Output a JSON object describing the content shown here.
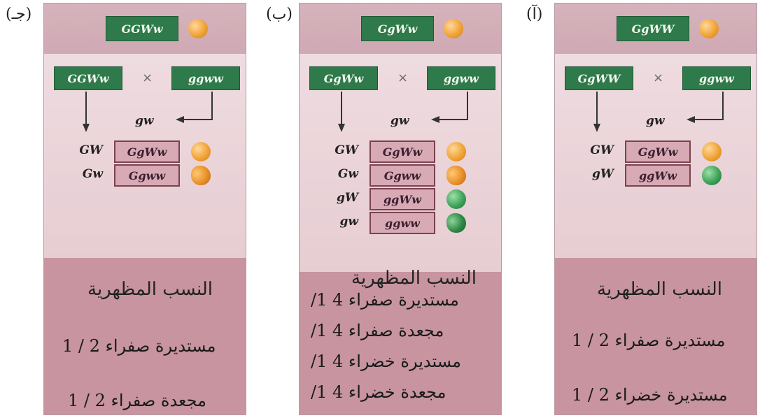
{
  "colors": {
    "yellow": "#f0a437",
    "green": "#3ea35a",
    "wrinkled_yellow": "#e8912a",
    "wrinkled_green": "#2f8a48"
  },
  "panels": [
    {
      "tag": "(جـ)",
      "head_genotype": "GGWw",
      "parent1": "GGWw",
      "parent2": "ggww",
      "times": "×",
      "gamete_top": "gw",
      "offspring": [
        {
          "gamete": "GW",
          "genotype": "GgWw",
          "seed": "yellow-round"
        },
        {
          "gamete": "Gw",
          "genotype": "Ggww",
          "seed": "yellow-wrinkled"
        }
      ],
      "title": "النسب المظهرية",
      "ratios": [
        "مستديرة صفراء 2 / 1",
        "مجعدة صفراء 2 / 1"
      ]
    },
    {
      "tag": "(ب)",
      "head_genotype": "GgWw",
      "parent1": "GgWw",
      "parent2": "ggww",
      "times": "×",
      "gamete_top": "gw",
      "offspring": [
        {
          "gamete": "GW",
          "genotype": "GgWw",
          "seed": "yellow-round"
        },
        {
          "gamete": "Gw",
          "genotype": "Ggww",
          "seed": "yellow-wrinkled"
        },
        {
          "gamete": "gW",
          "genotype": "ggWw",
          "seed": "green-round"
        },
        {
          "gamete": "gw",
          "genotype": "ggww",
          "seed": "green-wrinkled"
        }
      ],
      "title": "النسب المظهرية",
      "ratios": [
        "مستديرة صفراء 4 1/",
        "مجعدة صفراء 4 1/",
        "مستديرة خضراء 4 1/",
        "مجعدة خضراء 4 1/"
      ]
    },
    {
      "tag": "(آ)",
      "head_genotype": "GgWW",
      "parent1": "GgWW",
      "parent2": "ggww",
      "times": "×",
      "gamete_top": "gw",
      "offspring": [
        {
          "gamete": "GW",
          "genotype": "GgWw",
          "seed": "yellow-round"
        },
        {
          "gamete": "gW",
          "genotype": "ggWw",
          "seed": "green-round"
        }
      ],
      "title": "النسب المظهرية",
      "ratios": [
        "مستديرة صفراء 2 / 1",
        "مستديرة خضراء 2 / 1"
      ]
    }
  ]
}
